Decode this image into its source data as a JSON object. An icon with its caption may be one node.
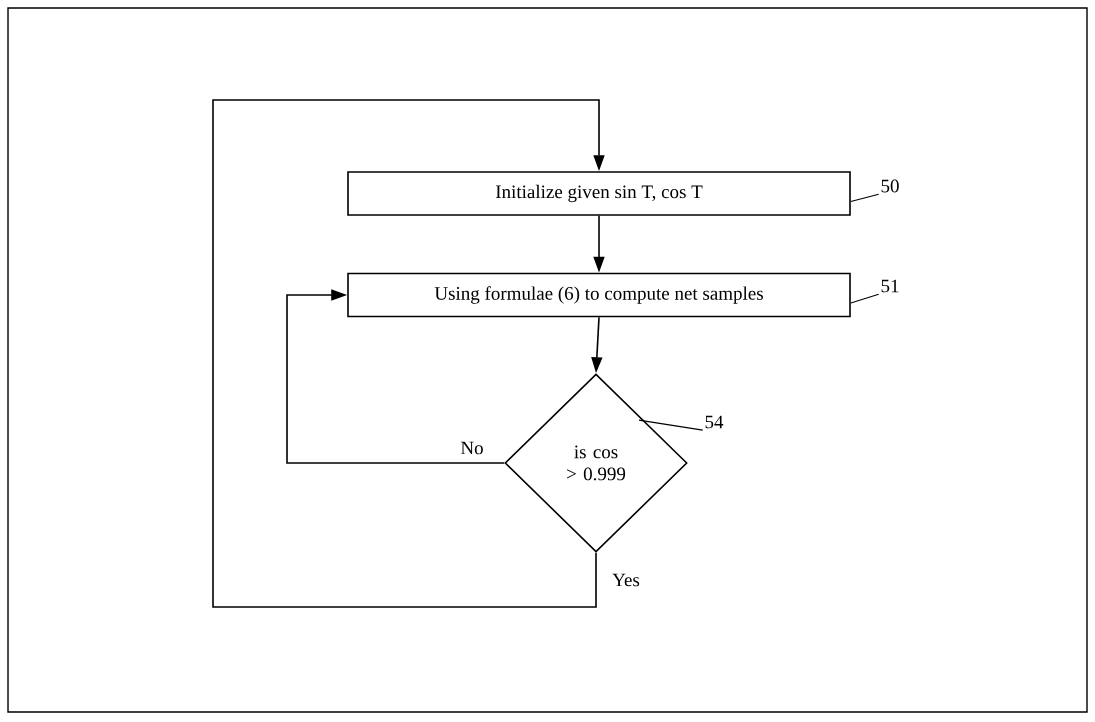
{
  "diagram": {
    "nodes": [
      {
        "text": [
          "Initialize given sin T, cos T"
        ]
      },
      {
        "text": [
          "Using formulae (6) to compute net samples"
        ]
      },
      {
        "text": [
          "is cos > 0.999"
        ]
      },
      {
        "text": [
          "50"
        ]
      },
      {
        "text": [
          "51"
        ]
      },
      {
        "text": [
          "54"
        ]
      }
    ],
    "edges": [
      {
        "from": 0,
        "to": 1,
        "arrow": "to"
      },
      {
        "from": 1,
        "to": 2,
        "arrow": "to"
      },
      {
        "from": 2,
        "to": 1,
        "arrow": "to",
        "label": "No"
      },
      {
        "from": 2,
        "to": 0,
        "arrow": "to",
        "label": "Yes"
      },
      {
        "from": 3,
        "to": 0,
        "arrow": "none"
      },
      {
        "from": 4,
        "to": 1,
        "arrow": "none"
      },
      {
        "from": 5,
        "to": 2,
        "arrow": "none"
      }
    ]
  }
}
